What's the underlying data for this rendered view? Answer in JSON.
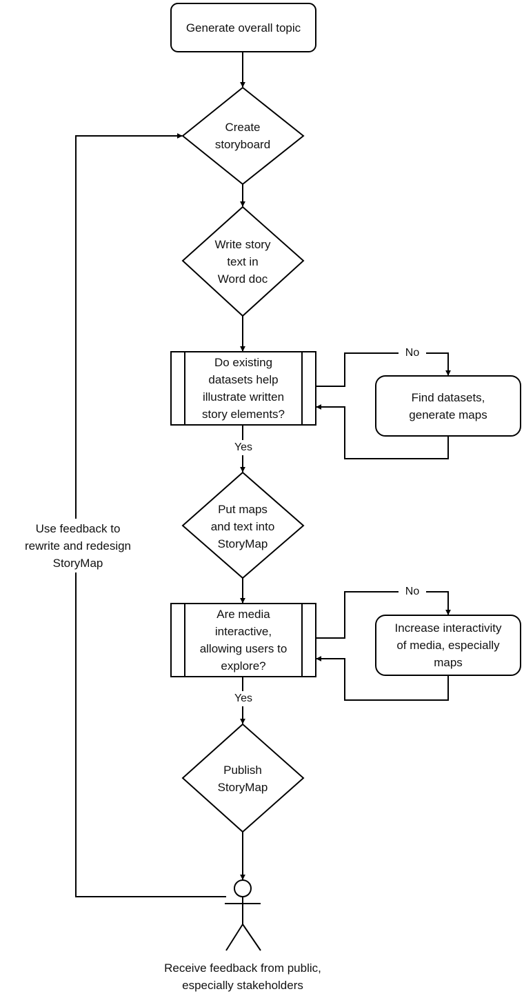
{
  "nodes": {
    "generate_topic": "Generate overall topic",
    "create_storyboard": "Create\nstoryboard",
    "write_story": "Write story\ntext in\nWord doc",
    "datasets_question": "Do existing\ndatasets help\nillustrate written\nstory elements?",
    "find_datasets": "Find datasets,\ngenerate maps",
    "put_maps": "Put maps\nand text into\nStoryMap",
    "media_question": "Are media\ninteractive,\nallowing users to\nexplore?",
    "increase_interactivity": "Increase interactivity\nof media, especially\nmaps",
    "publish": "Publish\nStoryMap",
    "receive_feedback": "Receive feedback from public,\nespecially stakeholders"
  },
  "edge_labels": {
    "datasets_no": "No",
    "datasets_yes": "Yes",
    "media_no": "No",
    "media_yes": "Yes",
    "feedback_loop": "Use feedback to\nrewrite and redesign\nStoryMap"
  }
}
